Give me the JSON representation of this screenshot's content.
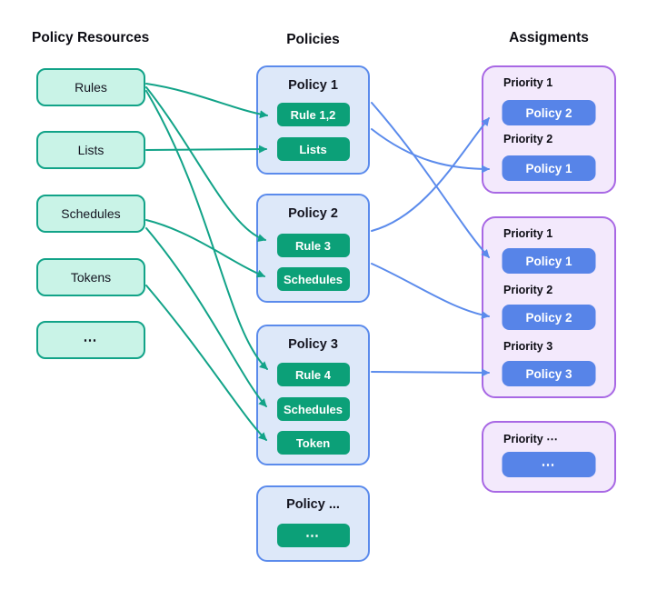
{
  "diagram": {
    "resources": {
      "title": "Policy Resources",
      "items": [
        "Rules",
        "Lists",
        "Schedules",
        "Tokens",
        "⋯"
      ]
    },
    "policies": {
      "title": "Policies",
      "groups": [
        {
          "title": "Policy 1",
          "chips": [
            "Rule 1,2",
            "Lists"
          ]
        },
        {
          "title": "Policy 2",
          "chips": [
            "Rule 3",
            "Schedules"
          ]
        },
        {
          "title": "Policy 3",
          "chips": [
            "Rule 4",
            "Schedules",
            "Token"
          ]
        },
        {
          "title": "Policy ...",
          "chips": [
            "⋯"
          ]
        }
      ]
    },
    "assignments": {
      "title": "Assigments",
      "groups": [
        {
          "slots": [
            {
              "priority": "Priority 1",
              "policy": "Policy 2"
            },
            {
              "priority": "Priority 2",
              "policy": "Policy 1"
            }
          ]
        },
        {
          "slots": [
            {
              "priority": "Priority 1",
              "policy": "Policy 1"
            },
            {
              "priority": "Priority 2",
              "policy": "Policy 2"
            },
            {
              "priority": "Priority 3",
              "policy": "Policy 3"
            }
          ]
        },
        {
          "slots": [
            {
              "priority": "Priority ⋯",
              "policy": "⋯"
            }
          ]
        }
      ]
    },
    "edges": {
      "resource_to_policy": [
        {
          "from": "Rules",
          "to": "Policy 1 / Rule 1,2"
        },
        {
          "from": "Rules",
          "to": "Policy 2 / Rule 3"
        },
        {
          "from": "Rules",
          "to": "Policy 3 / Rule 4"
        },
        {
          "from": "Lists",
          "to": "Policy 1 / Lists"
        },
        {
          "from": "Schedules",
          "to": "Policy 2 / Schedules"
        },
        {
          "from": "Schedules",
          "to": "Policy 3 / Schedules"
        },
        {
          "from": "Tokens",
          "to": "Policy 3 / Token"
        }
      ],
      "policy_to_assignment": [
        {
          "from": "Policy 1",
          "to": "Group 1 / Priority 2 / Policy 1"
        },
        {
          "from": "Policy 1",
          "to": "Group 2 / Priority 1 / Policy 1"
        },
        {
          "from": "Policy 2",
          "to": "Group 1 / Priority 1 / Policy 2"
        },
        {
          "from": "Policy 2",
          "to": "Group 2 / Priority 2 / Policy 2"
        },
        {
          "from": "Policy 3",
          "to": "Group 2 / Priority 3 / Policy 3"
        }
      ]
    },
    "colors": {
      "resource_fill": "#C9F3E7",
      "resource_border": "#12A388",
      "resource_arrow": "#12A388",
      "policy_fill": "#DDE8F9",
      "policy_border": "#5B8BEC",
      "policy_arrow": "#5B8BEC",
      "chip_green": "#0CA078",
      "assignment_fill": "#F3E9FC",
      "assignment_border": "#A868E4",
      "chip_blue": "#5784E8",
      "chip_text": "#FFFFFF",
      "text_dark": "#141420"
    }
  }
}
